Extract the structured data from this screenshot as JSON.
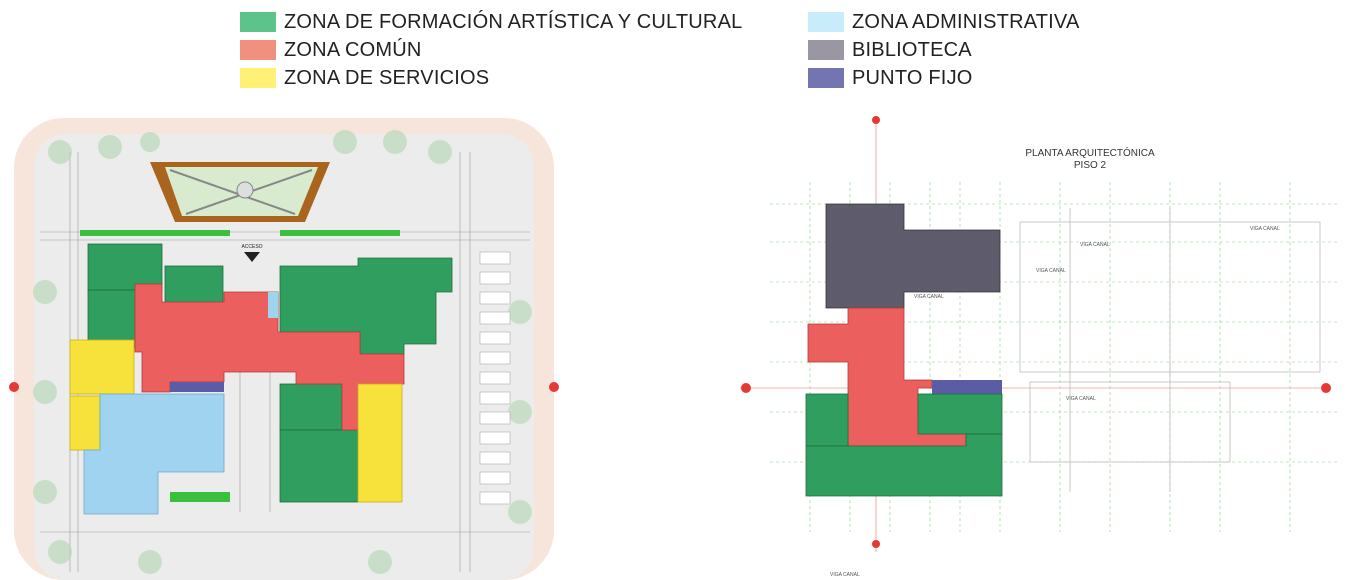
{
  "legend": {
    "items": [
      {
        "label": "ZONA DE FORMACIÓN ARTÍSTICA Y CULTURAL",
        "color": "#5cc38a"
      },
      {
        "label": "ZONA COMÚN",
        "color": "#f0907f"
      },
      {
        "label": "ZONA DE SERVICIOS",
        "color": "#fff176"
      },
      {
        "label": "ZONA ADMINISTRATIVA",
        "color": "#c9ecfb"
      },
      {
        "label": "BIBLIOTECA",
        "color": "#9a97a3"
      },
      {
        "label": "PUNTO FIJO",
        "color": "#7474b2"
      }
    ]
  },
  "plan_left": {
    "labels": [
      "ACCESO"
    ]
  },
  "plan_right": {
    "title": "PLANTA ARQUITECTÓNICA",
    "subtitle": "PISO  2",
    "annotations": [
      "VIGA CANAL",
      "VIGA CANAL",
      "VIGA CANAL",
      "VIGA CANAL",
      "VIGA CANAL",
      "VIGA CANAL"
    ]
  },
  "colors": {
    "cultural": "#2f9e5f",
    "common": "#ec5f5f",
    "services": "#f6e23b",
    "admin": "#9fd3ef",
    "library": "#5e5c6c",
    "fixed_point": "#5c5ca6",
    "landscape": "#e8e8e8",
    "border": "#f5d8cc",
    "trees": "#3cbf3c"
  }
}
